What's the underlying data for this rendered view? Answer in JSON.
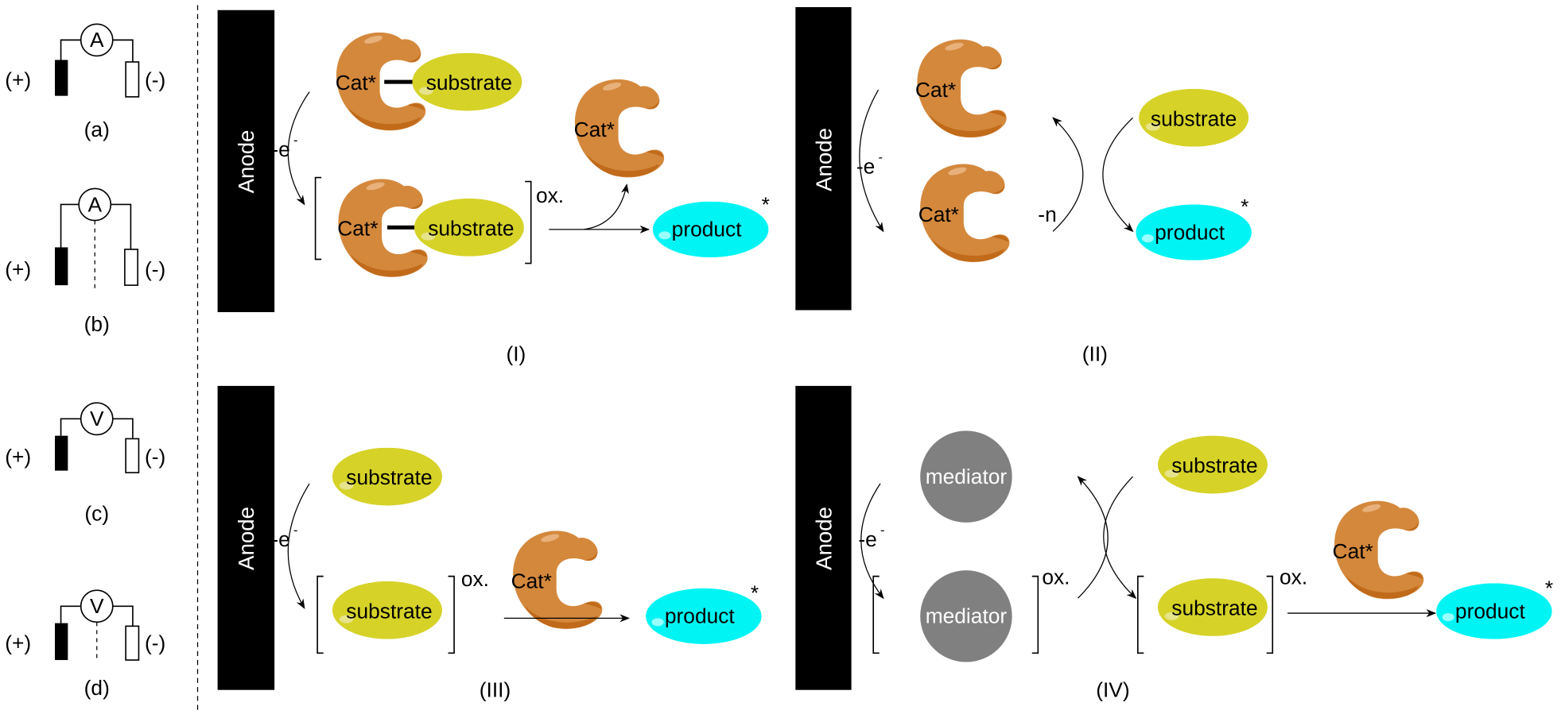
{
  "circuits": [
    {
      "label": "(a)",
      "meter": "A",
      "plus": "(+)",
      "minus": "(-)",
      "separator": false
    },
    {
      "label": "(b)",
      "meter": "A",
      "plus": "(+)",
      "minus": "(-)",
      "separator": true
    },
    {
      "label": "(c)",
      "meter": "V",
      "plus": "(+)",
      "minus": "(-)",
      "separator": false
    },
    {
      "label": "(d)",
      "meter": "V",
      "plus": "(+)",
      "minus": "(-)",
      "separator": true
    }
  ],
  "panels": [
    {
      "label": "(I)",
      "anode": "Anode"
    },
    {
      "label": "(II)",
      "anode": "Anode"
    },
    {
      "label": "(III)",
      "anode": "Anode"
    },
    {
      "label": "(IV)",
      "anode": "Anode"
    }
  ],
  "terms": {
    "cat": "Cat*",
    "substrate": "substrate",
    "product": "product",
    "mediator": "mediator",
    "star": "*",
    "ox": "ox.",
    "minus_e": "-e",
    "minus_sup": "-",
    "minus_n": "-n"
  },
  "colors": {
    "catalyst": "#D4883C",
    "substrate": "#D6D228",
    "product": "#00F4F4",
    "mediator": "#808080",
    "anode": "#000000"
  }
}
